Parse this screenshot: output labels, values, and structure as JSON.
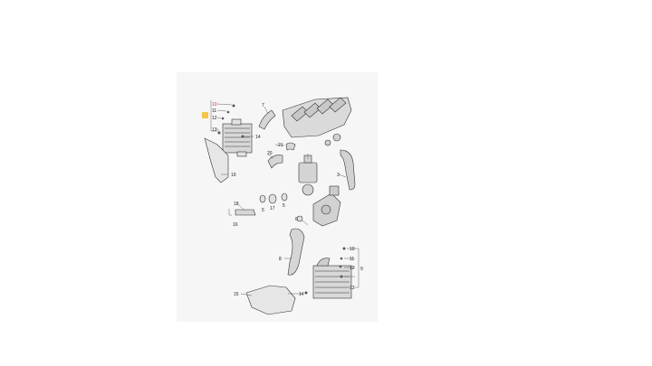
{
  "diagram": {
    "colors": {
      "panel_bg": "#f6f6f6",
      "highlight": "#f5c44a",
      "callout_red": "#d23030",
      "line": "#333333",
      "part_fill": "#e2e2e2"
    },
    "callouts": {
      "c10a": "10",
      "c11a": "11",
      "c12a": "12",
      "c13a": "13",
      "c14a": "14",
      "c19": "19",
      "c21": "21",
      "c20": "20",
      "c7": "7",
      "c3": "3",
      "c18": "18",
      "c16": "16",
      "c5a": "5",
      "c17": "17",
      "c5b": "5",
      "c6": "6",
      "c8": "8",
      "c10b": "10",
      "c11b": "11",
      "c12b": "12",
      "c13b": "13",
      "c9": "9",
      "c15": "15",
      "c14b": "14"
    }
  }
}
